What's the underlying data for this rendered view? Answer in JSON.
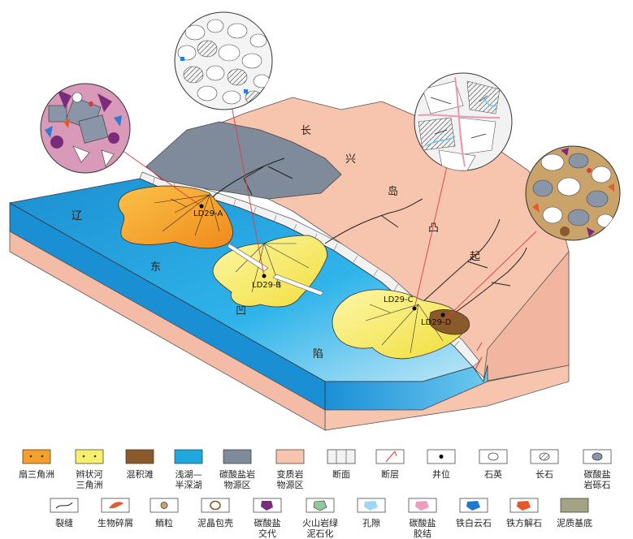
{
  "map_labels": {
    "liao": "辽",
    "dong": "东",
    "ao": "凹",
    "xian": "陷",
    "chang": "长",
    "xing": "兴",
    "dao": "岛",
    "tu": "凸",
    "qi": "起"
  },
  "wells": [
    {
      "name": "LD29-A"
    },
    {
      "name": "LD29-B"
    },
    {
      "name": "LD29-C"
    },
    {
      "name": "LD29-D"
    }
  ],
  "legend": {
    "row1": [
      {
        "line1": "扇三角洲",
        "line2": "",
        "color": "#f5a02a"
      },
      {
        "line1": "辫状河",
        "line2": "三角洲",
        "color": "#f7ef6e"
      },
      {
        "line1": "混积滩",
        "line2": "",
        "color": "#8b5a2b"
      },
      {
        "line1": "浅湖—",
        "line2": "半深湖",
        "color": "#1fa8e0"
      },
      {
        "line1": "碳酸盐岩",
        "line2": "物源区",
        "color": "#7f8a9a"
      },
      {
        "line1": "变质岩",
        "line2": "物源区",
        "color": "#f7c4ad"
      },
      {
        "line1": "断面",
        "line2": ""
      },
      {
        "line1": "断层",
        "line2": ""
      },
      {
        "line1": "井位",
        "line2": ""
      },
      {
        "line1": "石英",
        "line2": ""
      },
      {
        "line1": "长石",
        "line2": ""
      },
      {
        "line1": "碳酸盐",
        "line2": "岩砾石"
      }
    ],
    "row2": [
      {
        "line1": "裂缝",
        "line2": ""
      },
      {
        "line1": "生物碎屑",
        "line2": ""
      },
      {
        "line1": "鲕粒",
        "line2": ""
      },
      {
        "line1": "泥晶包壳",
        "line2": ""
      },
      {
        "line1": "碳酸盐",
        "line2": "交代"
      },
      {
        "line1": "火山岩绿",
        "line2": "泥石化"
      },
      {
        "line1": "孔隙",
        "line2": ""
      },
      {
        "line1": "碳酸盐",
        "line2": "胶结"
      },
      {
        "line1": "铁白云石",
        "line2": ""
      },
      {
        "line1": "铁方解石",
        "line2": ""
      },
      {
        "line1": "泥质基底",
        "line2": ""
      }
    ]
  }
}
